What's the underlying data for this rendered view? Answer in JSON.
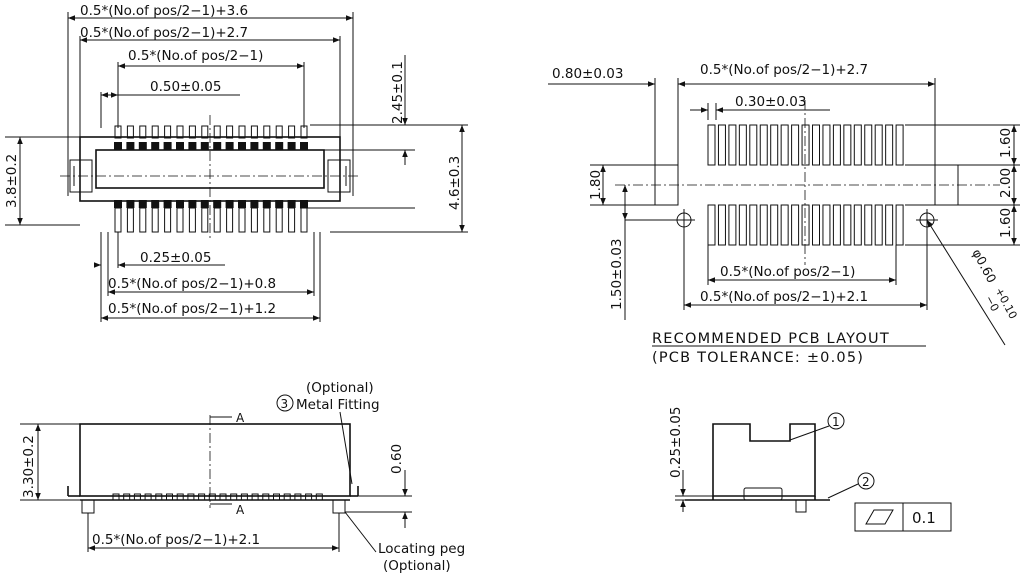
{
  "top_view": {
    "dim_overall": "0.5*(No.of pos/2−1)+3.6",
    "dim_body": "0.5*(No.of pos/2−1)+2.7",
    "dim_pins": "0.5*(No.of pos/2−1)",
    "dim_pitch": "0.50±0.05",
    "dim_height_top": "2.45±0.1",
    "dim_left": "3.8±0.2",
    "dim_right": "4.6±0.3",
    "dim_pin_width": "0.25±0.05",
    "dim_bottom1": "0.5*(No.of pos/2−1)+0.8",
    "dim_bottom2": "0.5*(No.of pos/2−1)+1.2"
  },
  "pcb_layout": {
    "dim_offset": "0.80±0.03",
    "dim_total": "0.5*(No.of pos/2−1)+2.7",
    "dim_pad_width": "0.30±0.03",
    "dim_left_pad": "1.80",
    "dim_hole_pos": "1.50±0.03",
    "dim_r1": "1.60",
    "dim_r2": "2.00",
    "dim_r3": "1.60",
    "dim_hole_dia": "φ0.60",
    "dim_hole_tol": "+0.10",
    "dim_hole_tol2": "−0",
    "dim_pads_span": "0.5*(No.of pos/2−1)",
    "dim_pads_total": "0.5*(No.of pos/2−1)+2.1",
    "title": "RECOMMENDED PCB LAYOUT",
    "subtitle": "(PCB TOLERANCE: ±0.05)"
  },
  "side_view": {
    "optional_label": "(Optional)",
    "callout_num": "3",
    "metal_fitting": "Metal Fitting",
    "section_a": "A",
    "section_a2": "A",
    "dim_height": "3.30±0.2",
    "dim_060": "0.60",
    "dim_bottom": "0.5*(No.of pos/2−1)+2.1",
    "locating_peg": "Locating peg",
    "locating_optional": "(Optional)"
  },
  "detail_view": {
    "dim_025": "0.25±0.05",
    "callout1": "1",
    "callout2": "2",
    "tolerance_value": "0.1"
  }
}
